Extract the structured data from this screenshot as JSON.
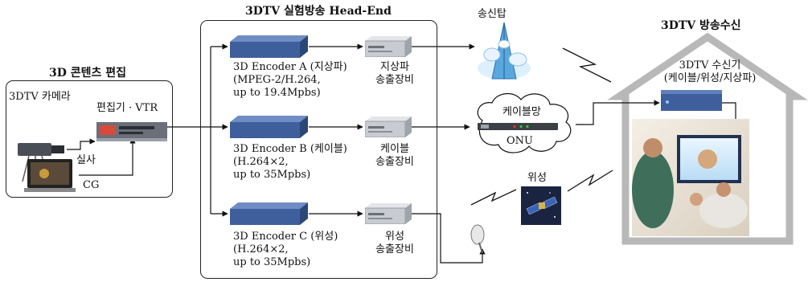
{
  "titles": {
    "content_edit": "3D 콘텐츠 편집",
    "headend": "3DTV 실험방송 Head-End",
    "reception": "3DTV 방송수신"
  },
  "content_edit": {
    "camera": "3DTV 카메라",
    "editor": "편집기 · VTR",
    "live": "실사",
    "cg": "CG"
  },
  "headend": {
    "encoders": [
      {
        "lines": [
          "3D Encoder A (지상파)",
          "(MPEG-2/H.264,",
          "up to 19.4Mpbs)"
        ]
      },
      {
        "lines": [
          "3D Encoder B (케이블)",
          "(H.264×2,",
          "up to 35Mpbs)"
        ]
      },
      {
        "lines": [
          "3D Encoder C (위성)",
          "(H.264×2,",
          "up to 35Mpbs)"
        ]
      }
    ],
    "transmitters": [
      {
        "lines": [
          "지상파",
          "송출장비"
        ]
      },
      {
        "lines": [
          "케이블",
          "송출장비"
        ]
      },
      {
        "lines": [
          "위성",
          "송출장비"
        ]
      }
    ]
  },
  "network": {
    "tower": "송신탑",
    "cable_network": "케이블망",
    "onu": "ONU",
    "satellite": "위성"
  },
  "reception": {
    "receiver_lines": [
      "3DTV 수신기",
      "(케이블/위성/지상파)"
    ]
  },
  "colors": {
    "encoder_blue": "#3f5f9c",
    "rack_gray": "#c8ccd2",
    "house_gray": "#b8b8b8",
    "arrow": "#111111"
  }
}
